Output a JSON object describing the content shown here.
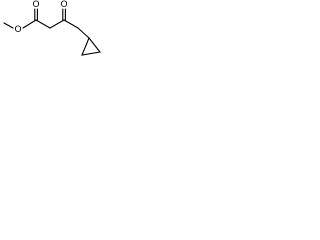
{
  "structure": {
    "atoms": [
      {
        "id": "methoxy-oxygen",
        "label": "O"
      },
      {
        "id": "ester-carbonyl-oxygen",
        "label": "O"
      },
      {
        "id": "ketone-carbonyl-oxygen",
        "label": "O"
      }
    ]
  }
}
